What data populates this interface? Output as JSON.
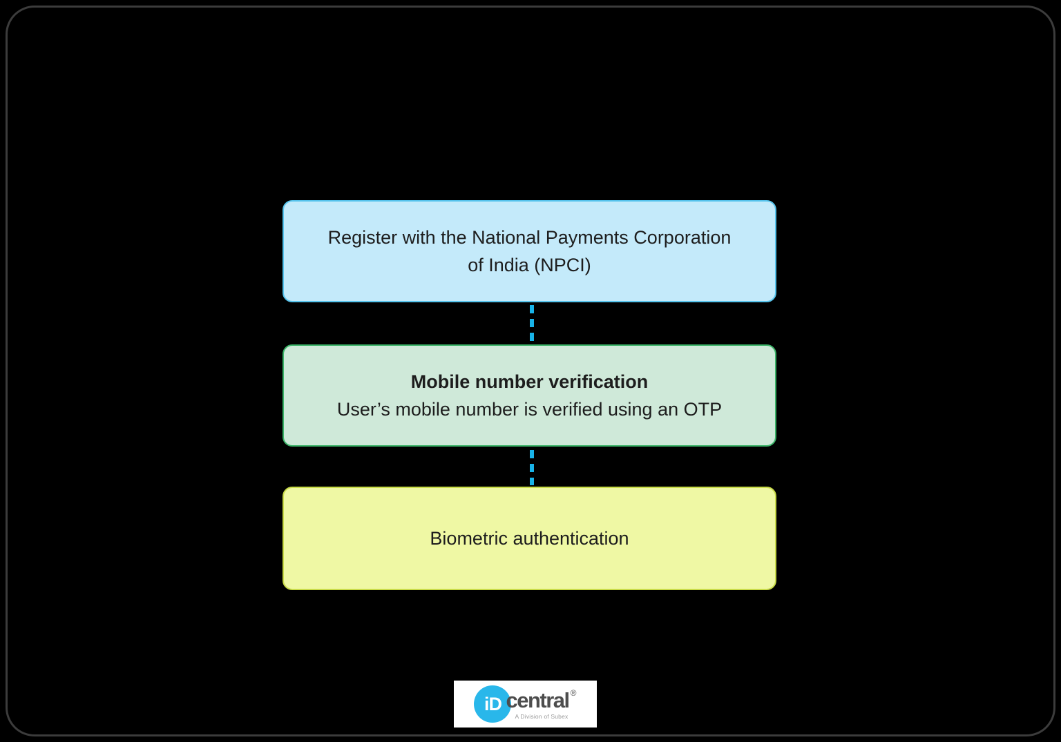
{
  "diagram": {
    "background_color": "#000000",
    "frame_border_color": "#3c3c3c",
    "connector_color": "#18b3e8",
    "text_color": "#1d1d1d",
    "steps": [
      {
        "id": "register-npci",
        "title": "",
        "body": "Register with the National Payments Corporation of India (NPCI)",
        "fill": "#c4eafa",
        "border": "#57c5ee"
      },
      {
        "id": "mobile-number-verification",
        "title": "Mobile number verification",
        "body": "User’s mobile number is verified using an OTP",
        "fill": "#cfe9d9",
        "border": "#3cb569"
      },
      {
        "id": "biometric-authentication",
        "title": "",
        "body": "Biometric authentication",
        "fill": "#eff8a4",
        "border": "#c9dc48"
      }
    ]
  },
  "logo": {
    "mark_text": "iD",
    "name": "central",
    "registered_mark": "®",
    "tagline": "A Division of Subex",
    "mark_color": "#29b7ea",
    "name_color": "#4d4d4d",
    "card_color": "#ffffff"
  }
}
